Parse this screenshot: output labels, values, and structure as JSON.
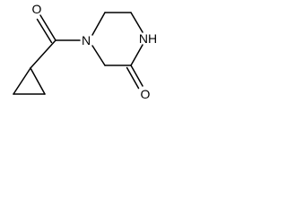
{
  "molecule": {
    "atom_labels": {
      "amide_nh": "NH",
      "ring_n": "N",
      "ketone_o": "O",
      "amide_o": "O"
    },
    "bond_color": "#000000",
    "background": "#ffffff"
  }
}
